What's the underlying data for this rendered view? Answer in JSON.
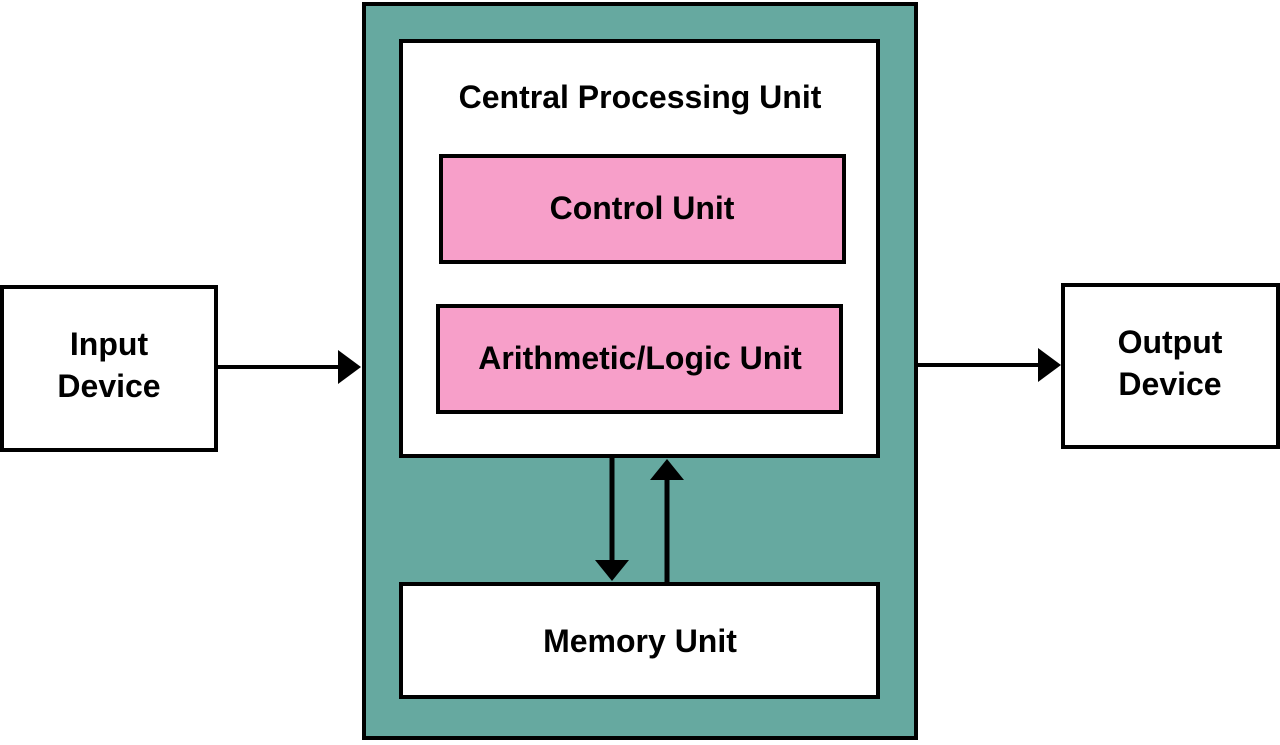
{
  "cpu": {
    "title": "Central Processing Unit"
  },
  "control_unit": {
    "label": "Control Unit"
  },
  "alu": {
    "label": "Arithmetic/Logic Unit"
  },
  "memory": {
    "label": "Memory Unit"
  },
  "input": {
    "line1": "Input",
    "line2": "Device"
  },
  "output": {
    "line1": "Output",
    "line2": "Device"
  },
  "colors": {
    "system": "#66a9a0",
    "unit": "#f79fc9",
    "box": "#ffffff",
    "stroke": "#000000"
  }
}
